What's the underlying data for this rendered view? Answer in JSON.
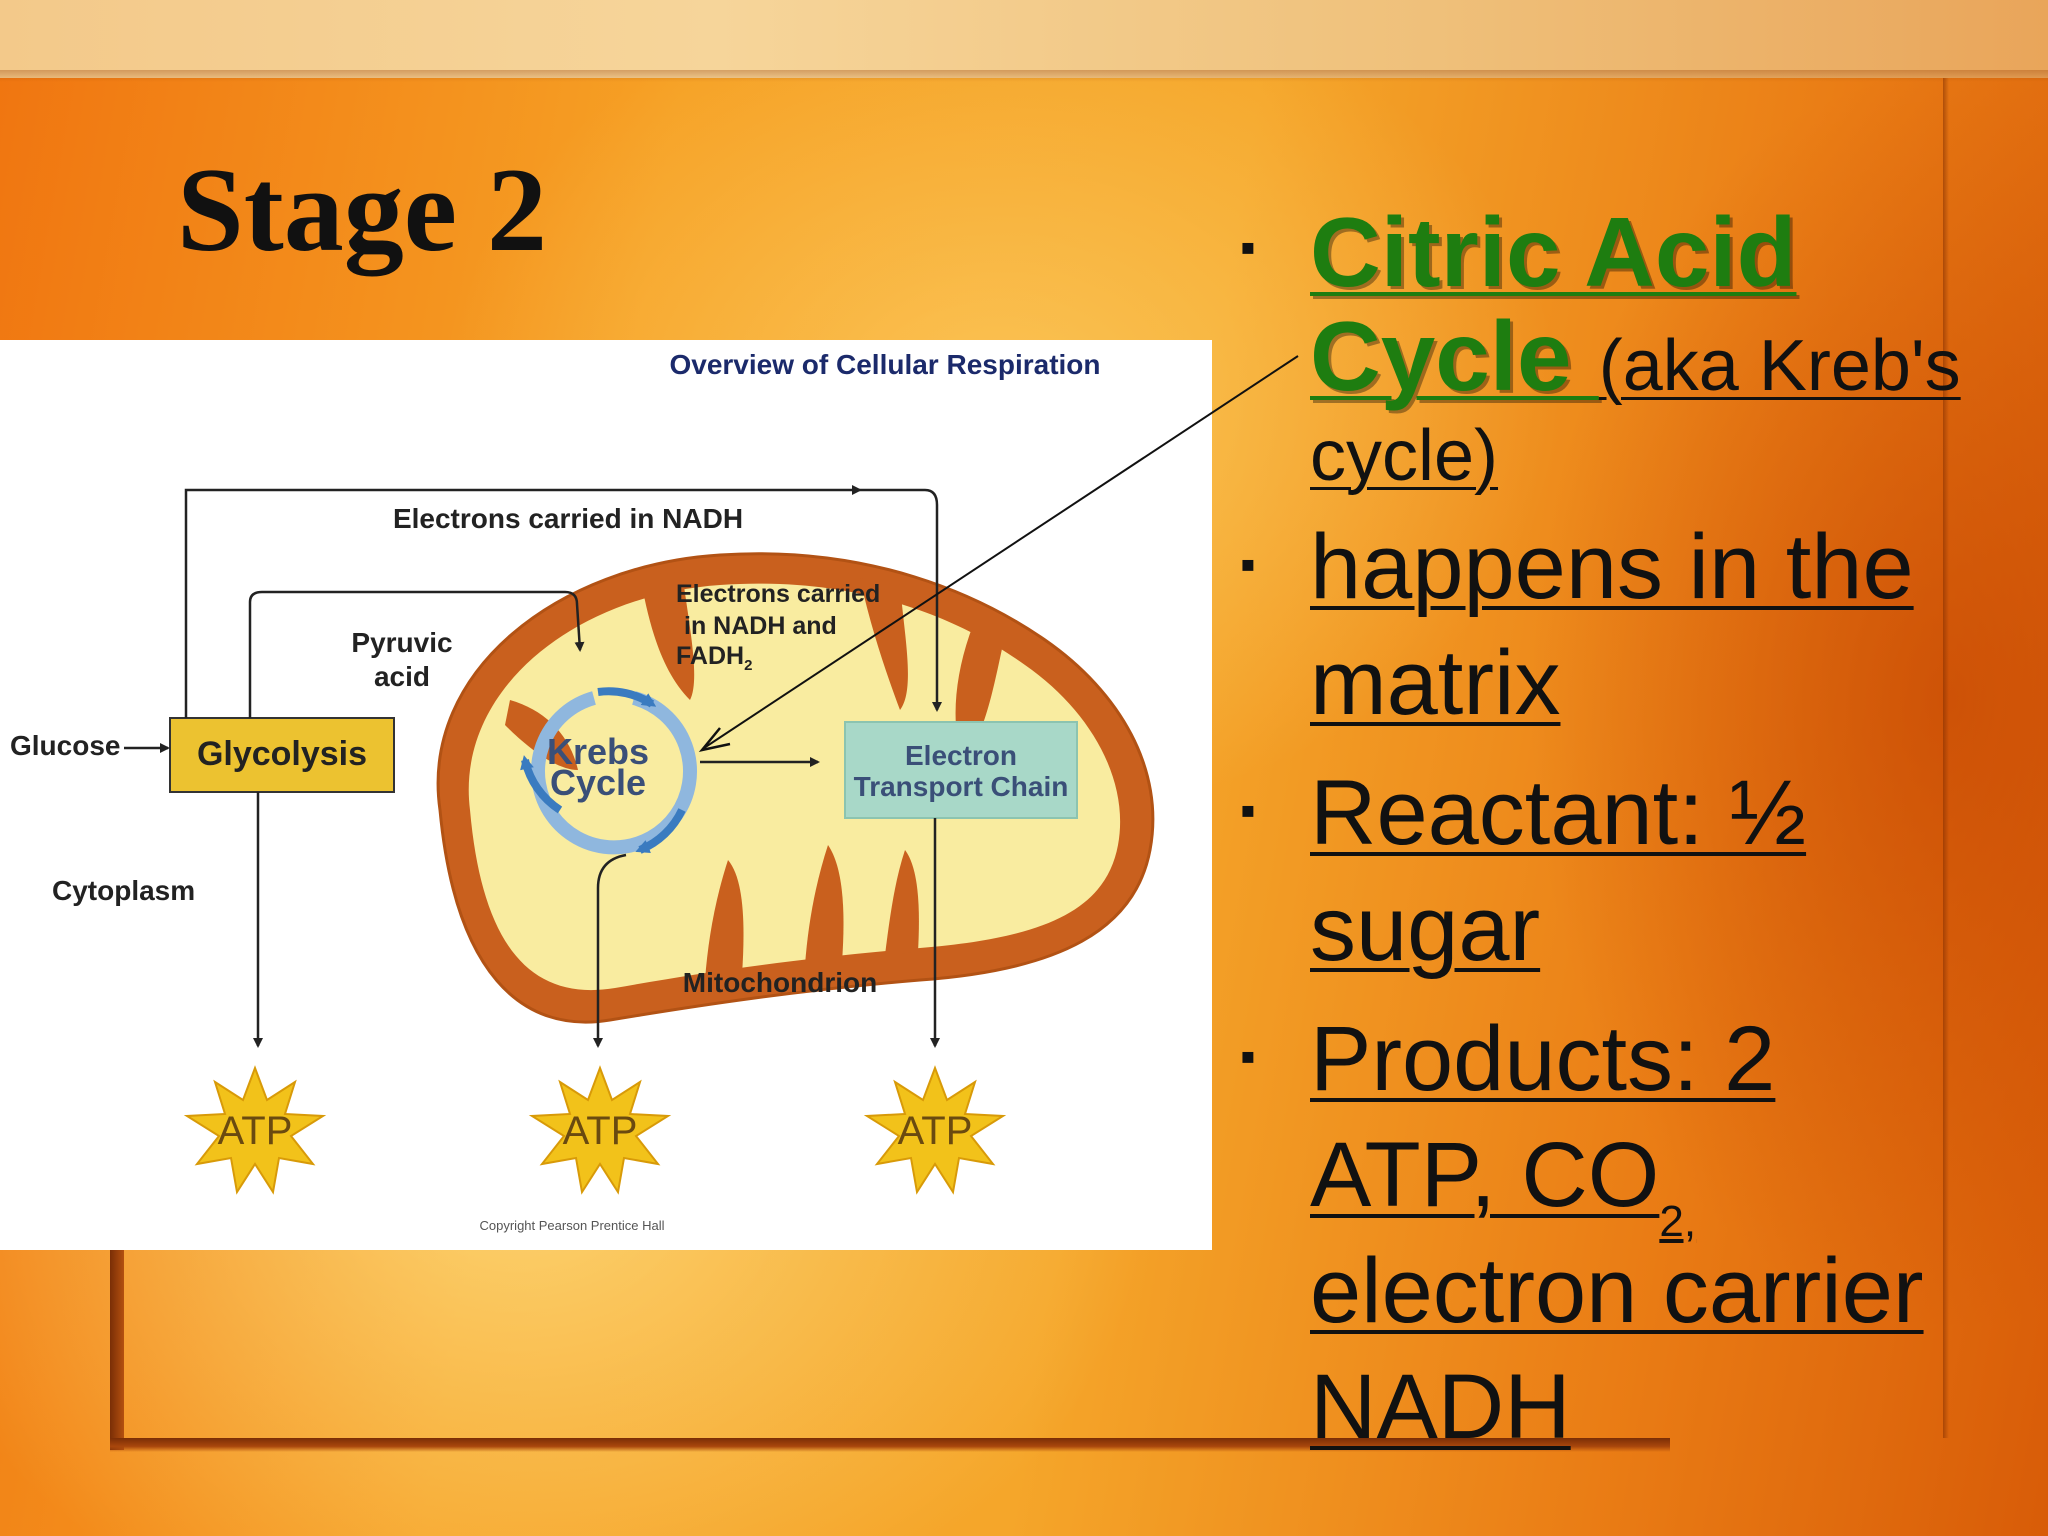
{
  "slide": {
    "title": "Stage 2"
  },
  "figure": {
    "heading": "Overview of Cellular Respiration",
    "labels": {
      "nadh_top": "Electrons carried in NADH",
      "nadh_fadh_line1": "Electrons carried",
      "nadh_fadh_line2": "in NADH and",
      "nadh_fadh_line3": "FADH",
      "nadh_fadh_sub": "2",
      "pyruvic_line1": "Pyruvic",
      "pyruvic_line2": "acid",
      "glucose": "Glucose",
      "glycolysis": "Glycolysis",
      "krebs_line1": "Krebs",
      "krebs_line2": "Cycle",
      "etc_line1": "Electron",
      "etc_line2": "Transport  Chain",
      "cytoplasm": "Cytoplasm",
      "mitochondrion": "Mitochondrion",
      "atp_1": "ATP",
      "atp_2": "ATP",
      "atp_3": "ATP",
      "copyright": "Copyright Pearson Prentice Hall"
    },
    "colors": {
      "glycolysis_box": "#ecc230",
      "etc_box": "#a8d8c8",
      "mitochondrion_outer": "#c9601e",
      "mitochondrion_matrix": "#f9eca0",
      "krebs_ring": "#4a87c6",
      "atp_star": "#f2c21a",
      "heading_text": "#1b2a6b"
    }
  },
  "bullets": {
    "citric_line1": "Citric Acid",
    "citric_line2": "Cycle ",
    "aka": "(aka Kreb's",
    "aka_line2": "cycle) ",
    "matrix": "happens in the matrix",
    "reactant": "Reactant: ½ sugar",
    "products_a": "Products: 2",
    "products_b": "ATP, CO",
    "products_sub": "2,",
    "products_c": "electron carrier NADH",
    "colors": {
      "highlight": "#1e7d10"
    }
  }
}
